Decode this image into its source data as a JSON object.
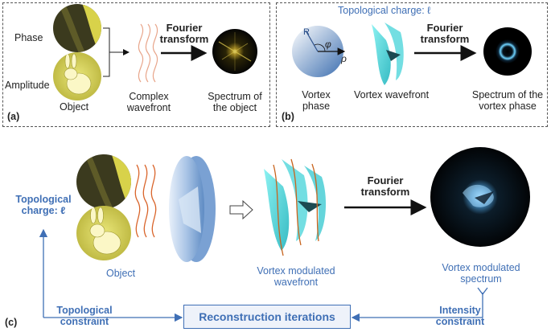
{
  "panel_a": {
    "tag": "(a)",
    "phase_label": "Phase",
    "amplitude_label": "Amplitude",
    "object_label": "Object",
    "wavefront_label_1": "Complex",
    "wavefront_label_2": "wavefront",
    "ft_label_1": "Fourier",
    "ft_label_2": "transform",
    "spectrum_label_1": "Spectrum of",
    "spectrum_label_2": "the object"
  },
  "panel_b": {
    "tag": "(b)",
    "title": "Topological charge: ℓ",
    "r_symbol": "R",
    "phi_symbol": "φ",
    "rho_symbol": "ρ",
    "vortex_phase_1": "Vortex",
    "vortex_phase_2": "phase",
    "vortex_wavefront": "Vortex wavefront",
    "ft_label_1": "Fourier",
    "ft_label_2": "transform",
    "spectrum_label_1": "Spectrum of the",
    "spectrum_label_2": "vortex phase"
  },
  "panel_c": {
    "tag": "(c)",
    "topo_charge_1": "Topological",
    "topo_charge_2": "charge: ℓ",
    "object_label": "Object",
    "modulated_wavefront_1": "Vortex modulated",
    "modulated_wavefront_2": "wavefront",
    "ft_label_1": "Fourier",
    "ft_label_2": "transform",
    "modulated_spectrum_1": "Vortex modulated",
    "modulated_spectrum_2": "spectrum",
    "topo_constraint_1": "Topological",
    "topo_constraint_2": "constraint",
    "recon_label": "Reconstruction iterations",
    "intensity_constraint_1": "Intensity",
    "intensity_constraint_2": "constraint"
  },
  "colors": {
    "accent_blue": "#3f6fb5",
    "object_yellow": "#d8d24a",
    "wave_orange": "#d9642a",
    "vortex_cyan": "#4fd6d6"
  }
}
